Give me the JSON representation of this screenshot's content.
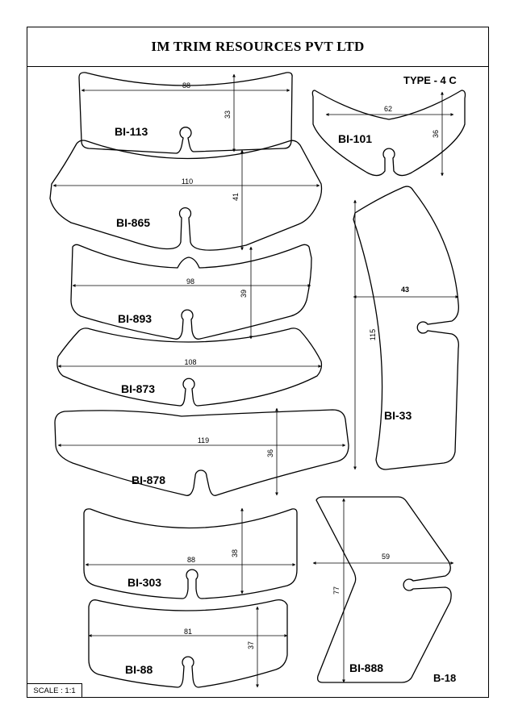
{
  "company_title": "IM TRIM RESOURCES PVT LTD",
  "type_label": "TYPE - 4 C",
  "sheet_id": "B-18",
  "scale_label": "SCALE : 1:1",
  "parts": [
    {
      "code": "BI-113",
      "width": "88",
      "height": "33"
    },
    {
      "code": "BI-101",
      "width": "62",
      "height": "36"
    },
    {
      "code": "BI-865",
      "width": "110",
      "height": "41"
    },
    {
      "code": "BI-893",
      "width": "98",
      "height": "39"
    },
    {
      "code": "BI-33",
      "width": "43",
      "height": "115"
    },
    {
      "code": "BI-873",
      "width": "108"
    },
    {
      "code": "BI-878",
      "width": "119",
      "height": "36"
    },
    {
      "code": "BI-303",
      "width": "88",
      "height": "38"
    },
    {
      "code": "BI-888",
      "width": "59",
      "height": "77"
    },
    {
      "code": "BI-88",
      "width": "81",
      "height": "37"
    }
  ]
}
